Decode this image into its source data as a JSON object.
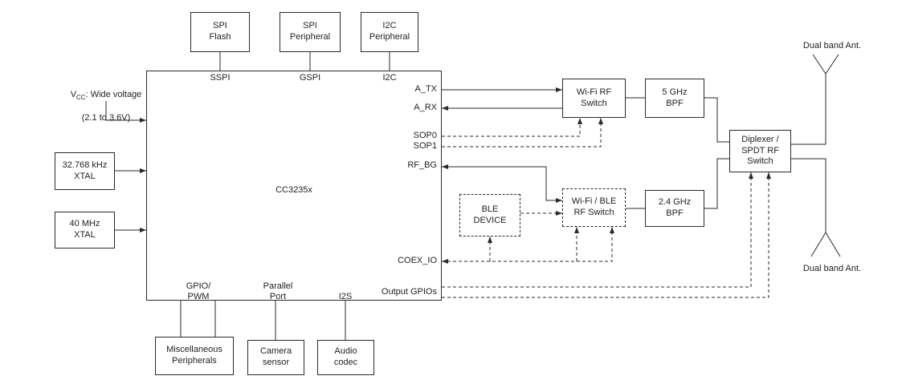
{
  "colors": {
    "line": "#2a2a2a",
    "background": "#ffffff",
    "text": "#1f1f1f"
  },
  "chip": {
    "label": "CC3235x",
    "pins": {
      "sspi": "SSPI",
      "gspi": "GSPI",
      "i2c": "I2C",
      "a_tx": "A_TX",
      "a_rx": "A_RX",
      "sop0": "SOP0",
      "sop1": "SOP1",
      "rf_bg": "RF_BG",
      "coex_io": "COEX_IO",
      "output_gpios": "Output GPIOs",
      "gpio_pwm": "GPIO/\nPWM",
      "parallel_port": "Parallel\nPort",
      "i2s": "I2S"
    }
  },
  "boxes": {
    "spi_flash": "SPI\nFlash",
    "spi_peripheral": "SPI\nPeripheral",
    "i2c_peripheral": "I2C\nPeripheral",
    "xtal_32768": "32.768 kHz\nXTAL",
    "xtal_40mhz": "40 MHz\nXTAL",
    "misc_peripherals": "Miscellaneous\nPeripherals",
    "camera_sensor": "Camera\nsensor",
    "audio_codec": "Audio\ncodec",
    "wifi_rf_switch": "Wi-Fi RF\nSwitch",
    "bpf_5ghz": "5 GHz\nBPF",
    "ble_device": "BLE\nDEVICE",
    "wifi_ble_rf_switch": "Wi-Fi / BLE\nRF Switch",
    "bpf_24ghz": "2.4 GHz\nBPF",
    "diplexer": "Diplexer /\nSPDT RF\nSwitch"
  },
  "labels": {
    "vcc_prefix": "V",
    "vcc_sub": "CC",
    "vcc_rest": ": Wide voltage",
    "vcc_line2": "(2.1 to 3.6V)",
    "antenna_top": "Dual band Ant.",
    "antenna_bottom": "Dual band Ant."
  }
}
